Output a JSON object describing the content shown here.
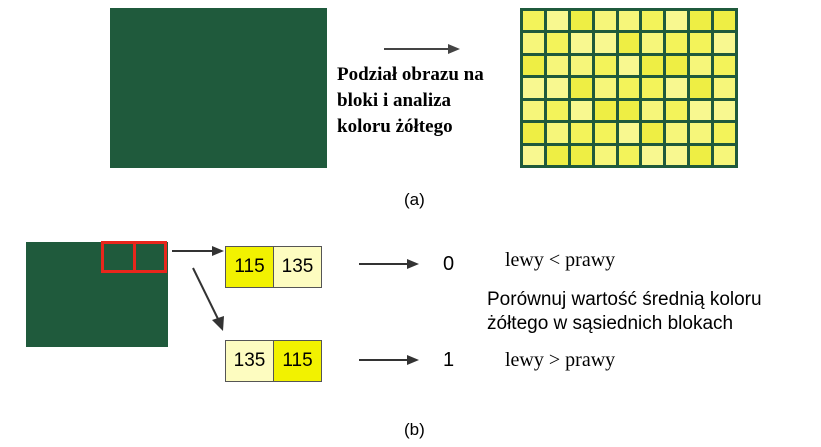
{
  "panel_a": {
    "description_lines": [
      "Podział obrazu na",
      "bloki i analiza",
      "koloru żółtego"
    ],
    "caption": "(a)"
  },
  "panel_b": {
    "top_pair": {
      "left_value": "115",
      "right_value": "135",
      "bit": "0",
      "relation": "lewy < prawy"
    },
    "bottom_pair": {
      "left_value": "135",
      "right_value": "115",
      "bit": "1",
      "relation": "lewy > prawy"
    },
    "explanation_lines": [
      "Porównuj wartość średnią koloru",
      "żółtego w sąsiednich blokach"
    ],
    "caption": "(b)"
  },
  "colors": {
    "grid_green": "#1f5a3c",
    "block_yellow": "#f3f35a",
    "box_bright_yellow": "#f2f200",
    "box_pale_yellow": "#fdfcc0",
    "highlight_red": "#e8261c"
  },
  "icons": [
    "food-photo",
    "arrow-right",
    "arrow-diagonal"
  ]
}
